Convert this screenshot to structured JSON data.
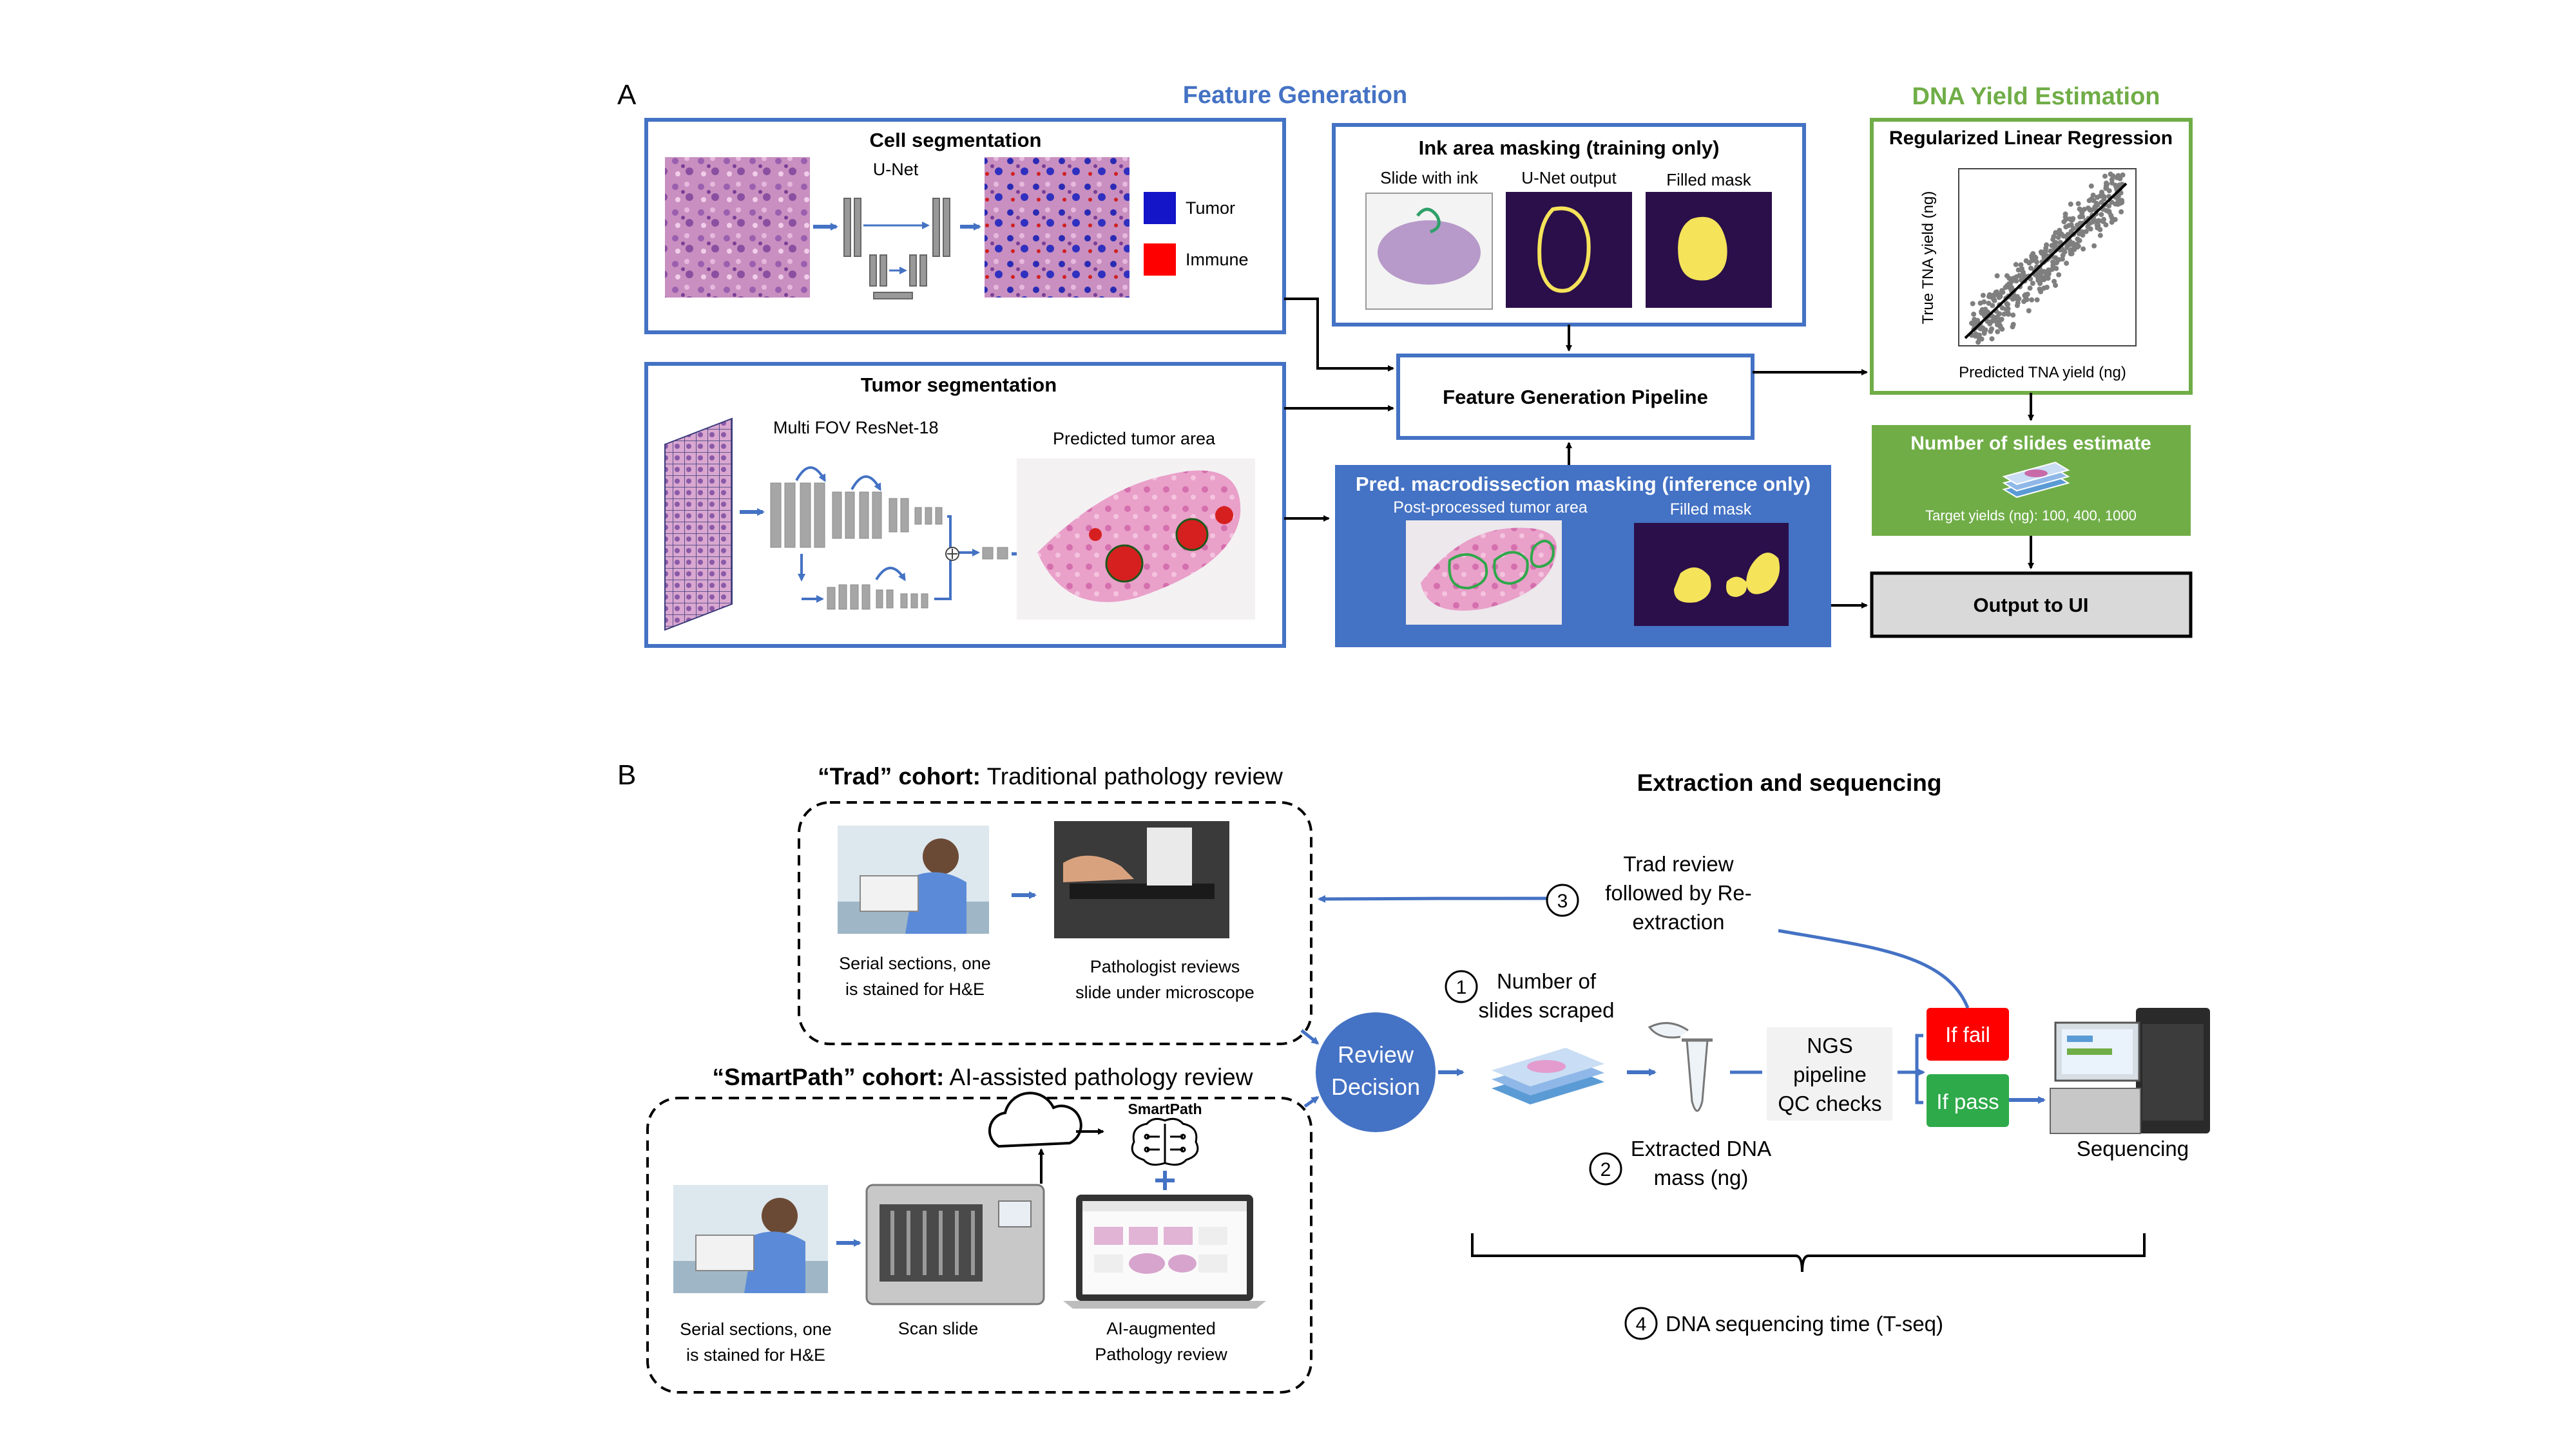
{
  "panel_a": {
    "letter": "A",
    "feature_generation_title": "Feature Generation",
    "dna_yield_title": "DNA Yield Estimation",
    "cell_segmentation": {
      "title": "Cell segmentation",
      "unet_label": "U-Net",
      "legend": [
        {
          "label": "Tumor",
          "color": "#1414c8"
        },
        {
          "label": "Immune",
          "color": "#ff0000"
        }
      ]
    },
    "ink_masking": {
      "title": "Ink area masking (training only)",
      "labels": [
        "Slide with ink",
        "U-Net output",
        "Filled mask"
      ]
    },
    "regression": {
      "title": "Regularized Linear Regression",
      "xlabel": "Predicted TNA yield (ng)",
      "ylabel": "True TNA yield (ng)"
    },
    "tumor_segmentation": {
      "title": "Tumor segmentation",
      "model_label": "Multi FOV ResNet-18",
      "predicted_label": "Predicted tumor area"
    },
    "pipeline_label": "Feature Generation Pipeline",
    "macrodissection": {
      "title": "Pred. macrodissection masking (inference only)",
      "labels": [
        "Post-processed tumor area",
        "Filled mask"
      ]
    },
    "slides_estimate": {
      "title": "Number of slides estimate",
      "target": "Target yields (ng): 100, 400, 1000"
    },
    "output_label": "Output to UI"
  },
  "panel_b": {
    "letter": "B",
    "trad_title_bold": "“Trad” cohort:",
    "trad_title_rest": " Traditional pathology review",
    "trad_captions": [
      [
        "Serial sections, one",
        "is stained for H&E"
      ],
      [
        "Pathologist reviews",
        "slide under microscope"
      ]
    ],
    "smart_title_bold": "“SmartPath” cohort:",
    "smart_title_rest": " AI-assisted pathology review",
    "smartpath_logo": "SmartPath",
    "smart_captions": [
      [
        "Serial sections, one",
        "is stained for H&E"
      ],
      [
        "Scan slide"
      ],
      [
        "AI-augmented",
        "Pathology review"
      ]
    ],
    "review_decision": [
      "Review",
      "Decision"
    ],
    "extraction_title": "Extraction and sequencing",
    "step1_num": "1",
    "step1_label": [
      "Number of",
      "slides scraped"
    ],
    "step2_num": "2",
    "step2_label": [
      "Extracted DNA",
      "mass (ng)"
    ],
    "step3_num": "3",
    "step3_label": [
      "Trad review",
      "followed by Re-",
      "extraction"
    ],
    "ngs_label": [
      "NGS",
      "pipeline",
      "QC checks"
    ],
    "if_fail": "If fail",
    "if_pass": "If pass",
    "sequencing_label": "Sequencing",
    "step4_num": "4",
    "step4_label": "DNA sequencing time (T-seq)",
    "colors": {
      "accent_blue": "#4472c4",
      "green": "#70ad47",
      "fail_red": "#ff0000",
      "pass_green": "#2eaa4a",
      "decision_blue": "#4472c4"
    }
  }
}
